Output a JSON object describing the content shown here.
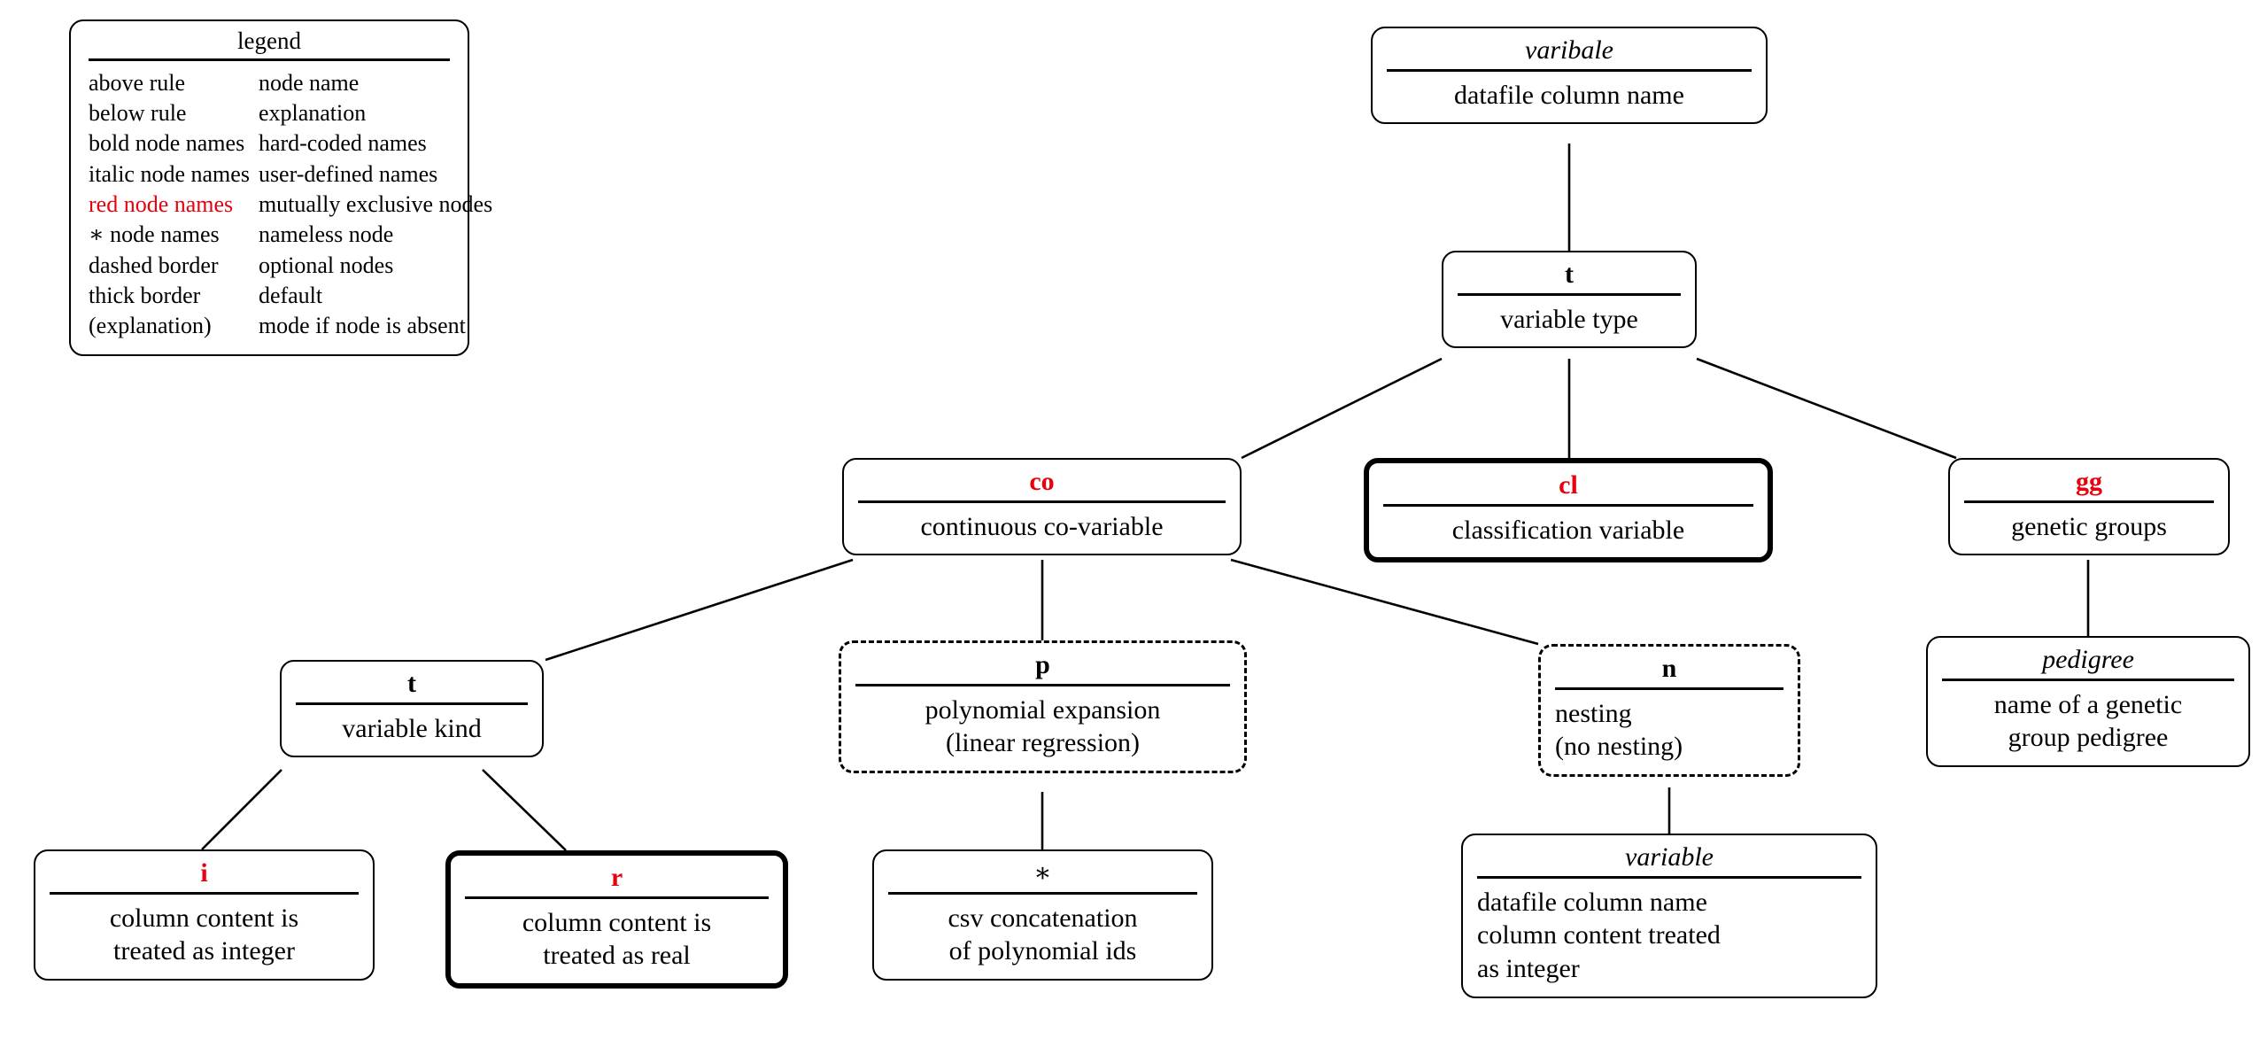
{
  "legend": {
    "title": "legend",
    "rows": [
      {
        "term": "above rule",
        "meaning": "node name",
        "red": false
      },
      {
        "term": "below rule",
        "meaning": "explanation",
        "red": false
      },
      {
        "term": "bold node names",
        "meaning": "hard-coded names",
        "red": false
      },
      {
        "term": "italic node names",
        "meaning": "user-defined names",
        "red": false
      },
      {
        "term": "red node names",
        "meaning": "mutually exclusive nodes",
        "red": true
      },
      {
        "term": "∗ node names",
        "meaning": "nameless node",
        "red": false
      },
      {
        "term": "dashed border",
        "meaning": "optional nodes",
        "red": false
      },
      {
        "term": "thick border",
        "meaning": "default",
        "red": false
      },
      {
        "term": "(explanation)",
        "meaning": "mode if node is absent",
        "red": false
      }
    ]
  },
  "colors": {
    "red": "#e8000d",
    "line": "#000000",
    "background": "#ffffff"
  },
  "nodes": {
    "variable_root": {
      "title": "varibale",
      "body": [
        "datafile column name"
      ],
      "style": "italic"
    },
    "type": {
      "title": "t",
      "body": [
        "variable type"
      ],
      "style": "bold"
    },
    "co": {
      "title": "co",
      "body": [
        "continuous co-variable"
      ],
      "style": "bold red"
    },
    "cl": {
      "title": "cl",
      "body": [
        "classification variable"
      ],
      "style": "bold red thick-border"
    },
    "gg": {
      "title": "gg",
      "body": [
        "genetic groups"
      ],
      "style": "bold red"
    },
    "kind": {
      "title": "t",
      "body": [
        "variable kind"
      ],
      "style": "bold"
    },
    "poly": {
      "title": "p",
      "body": [
        "polynomial expansion",
        "(linear regression)"
      ],
      "style": "bold dashed-border"
    },
    "nesting": {
      "title": "n",
      "body": [
        "nesting",
        "(no nesting)"
      ],
      "style": "bold dashed-border"
    },
    "pedigree": {
      "title": "pedigree",
      "body": [
        "name of a genetic",
        "group pedigree"
      ],
      "style": "italic"
    },
    "int": {
      "title": "i",
      "body": [
        "column content is",
        "treated as integer"
      ],
      "style": "bold red"
    },
    "real": {
      "title": "r",
      "body": [
        "column content is",
        "treated as real"
      ],
      "style": "bold red thick-border"
    },
    "polyids": {
      "title": "∗",
      "body": [
        "csv concatenation",
        "of polynomial ids"
      ],
      "style": "nameless"
    },
    "nest_variable": {
      "title": "variable",
      "body": [
        "datafile column name",
        "column content treated",
        "as integer"
      ],
      "style": "italic"
    }
  },
  "edges": [
    {
      "from": "variable_root",
      "to": "type"
    },
    {
      "from": "type",
      "to": "co"
    },
    {
      "from": "type",
      "to": "cl"
    },
    {
      "from": "type",
      "to": "gg"
    },
    {
      "from": "co",
      "to": "kind"
    },
    {
      "from": "co",
      "to": "poly"
    },
    {
      "from": "co",
      "to": "nesting"
    },
    {
      "from": "gg",
      "to": "pedigree"
    },
    {
      "from": "kind",
      "to": "int"
    },
    {
      "from": "kind",
      "to": "real"
    },
    {
      "from": "poly",
      "to": "polyids"
    },
    {
      "from": "nesting",
      "to": "nest_variable"
    }
  ]
}
